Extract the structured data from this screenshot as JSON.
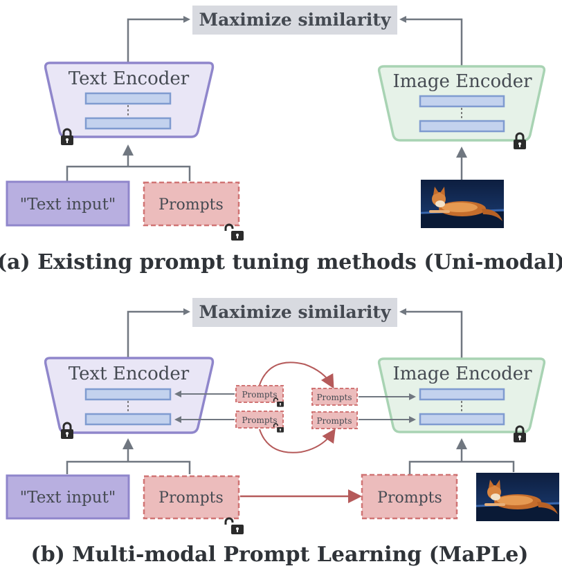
{
  "panel_a": {
    "objective": "Maximize similarity",
    "text_encoder": "Text Encoder",
    "image_encoder": "Image Encoder",
    "text_input": "\"Text input\"",
    "prompts": "Prompts",
    "caption": "(a) Existing prompt tuning methods (Uni-modal)"
  },
  "panel_b": {
    "objective": "Maximize similarity",
    "text_encoder": "Text Encoder",
    "image_encoder": "Image Encoder",
    "text_input": "\"Text input\"",
    "text_prompts": "Prompts",
    "image_prompts": "Prompts",
    "layer_prompts": [
      "Prompts",
      "Prompts",
      "Prompts",
      "Prompts"
    ],
    "caption": "(b) Multi-modal Prompt Learning (MaPLe)"
  },
  "colors": {
    "text_encoder_fill": "#e9e6f6",
    "text_encoder_border": "#8f86cb",
    "image_encoder_fill": "#e6f2e8",
    "image_encoder_border": "#a8d3b3",
    "layer_fill": "#c3d2ee",
    "layer_border": "#7f9bd0",
    "text_input_fill": "#b8afe0",
    "prompt_fill": "#ecbcbc",
    "prompt_border": "#d07474",
    "objective_fill": "#d8dae0",
    "arrow_gray": "#707780",
    "arrow_red": "#b55a5a"
  },
  "icons": [
    "lock-icon",
    "unlock-icon",
    "cat-photo"
  ]
}
